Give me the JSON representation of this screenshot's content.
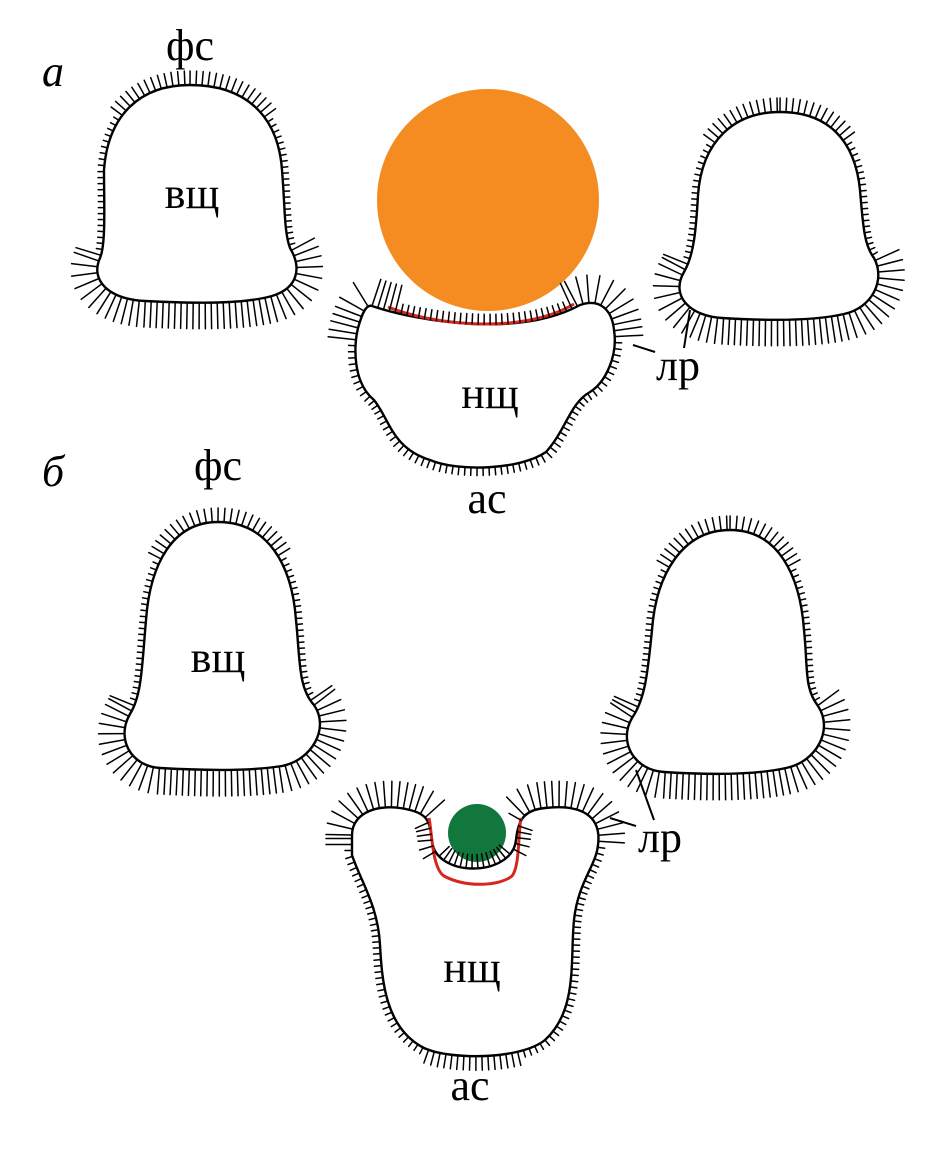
{
  "panels": [
    {
      "letter": "а",
      "top_pole": "фс",
      "upper_cell": "вщ",
      "lower_cell": "нщ",
      "bottom_pole": "ас",
      "lateral_cilia": "лр",
      "particle_color": "#F48C22"
    },
    {
      "letter": "б",
      "top_pole": "фс",
      "upper_cell": "вщ",
      "lower_cell": "нщ",
      "bottom_pole": "ас",
      "lateral_cilia": "лр",
      "particle_color": "#12773C"
    }
  ],
  "colors": {
    "outline": "#000000",
    "groove_lining": "#D7261E",
    "background": "#FFFFFF"
  }
}
